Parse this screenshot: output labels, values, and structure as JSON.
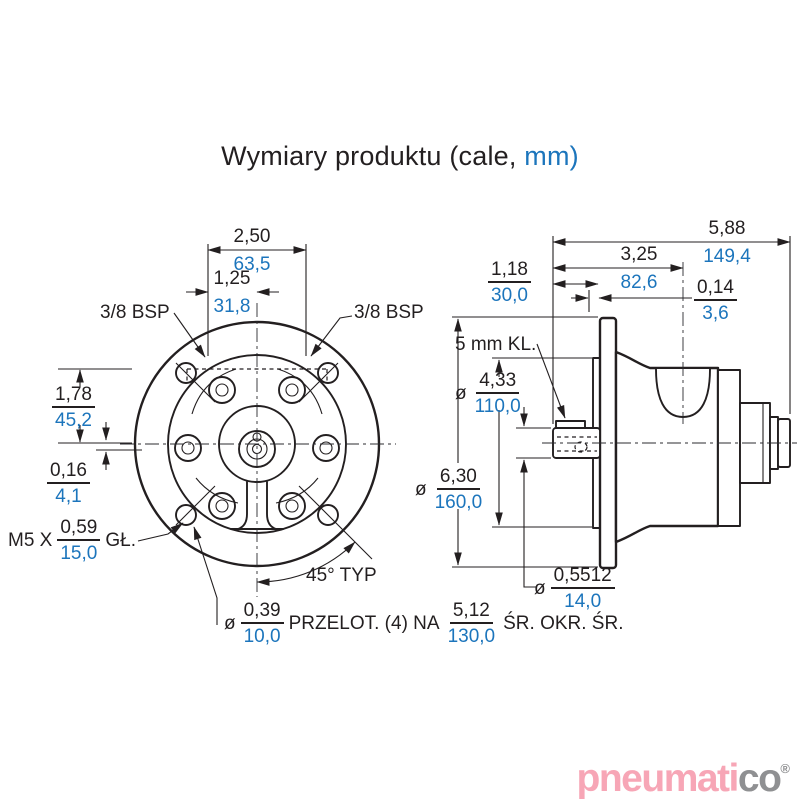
{
  "title": {
    "black": "Wymiary produktu (cale,",
    "blue": "mm)"
  },
  "colors": {
    "ink": "#231f20",
    "mm_blue": "#1c75bc",
    "logo_pink": "#f7a6b6",
    "logo_gray": "#8f9092"
  },
  "front_view": {
    "port_label_left": "3/8 BSP",
    "port_label_right": "3/8 BSP",
    "port_spacing": {
      "in": "2,50",
      "mm": "63,5"
    },
    "port_offset": {
      "in": "1,25",
      "mm": "31,8"
    },
    "port_height": {
      "in": "1,78",
      "mm": "45,2"
    },
    "center_offset": {
      "in": "0,16",
      "mm": "4,1"
    },
    "tap_note": {
      "prefix": "M5 X",
      "in": "0,59",
      "mm": "15,0",
      "suffix": "GŁ."
    },
    "angle_note": "45° TYP",
    "holes_note": {
      "dia": "ø",
      "in": "0,39",
      "mm": "10,0",
      "middle": "PRZELOT. (4) NA",
      "in2": "5,12",
      "mm2": "130,0",
      "suffix": "ŚR. OKR. ŚR."
    }
  },
  "side_view": {
    "overall_length": {
      "in": "5,88",
      "mm": "149,4"
    },
    "port_distance": {
      "in": "3,25",
      "mm": "82,6"
    },
    "shaft_length": {
      "in": "1,18",
      "mm": "30,0"
    },
    "key_offset": {
      "in": "0,14",
      "mm": "3,6"
    },
    "key_note": "5 mm KL.",
    "pilot_dia": {
      "dia": "ø",
      "in": "4,33",
      "mm": "110,0"
    },
    "flange_dia": {
      "dia": "ø",
      "in": "6,30",
      "mm": "160,0"
    },
    "shaft_dia": {
      "dia": "ø",
      "in": "0,5512",
      "mm": "14,0"
    }
  },
  "logo": {
    "part_pink": "pneumati",
    "part_gray": "co",
    "registered": "®"
  }
}
